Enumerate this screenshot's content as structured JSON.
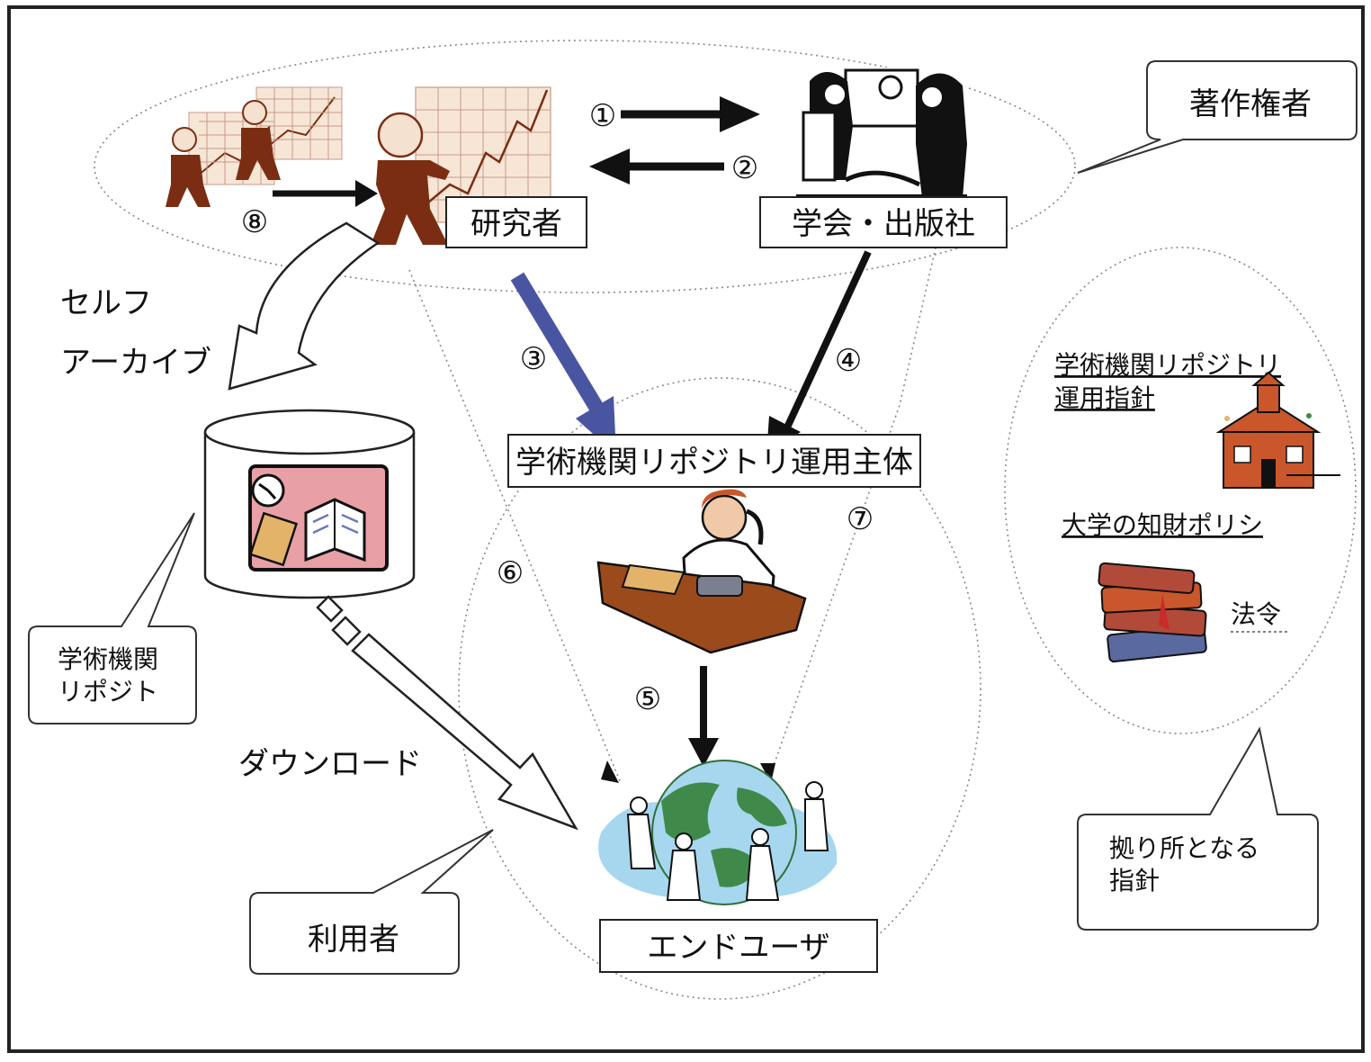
{
  "labels": {
    "copyright_holder": "著作権者",
    "researcher": "研究者",
    "publisher": "学会・出版社",
    "repository_operator": "学術機関リポジトリ運用主体",
    "end_user": "エンドユーザ",
    "self_archive_line1": "セルフ",
    "self_archive_line2": "アーカイブ",
    "download": "ダウンロード",
    "repository_line1": "学術機関",
    "repository_line2": "リポジト",
    "user": "利用者",
    "policy_line1": "学術機関リポジトリ",
    "policy_line2": "運用指針",
    "ip_policy": "大学の知財ポリシ",
    "law": "法令",
    "guideline_line1": "拠り所となる",
    "guideline_line2": "指針"
  },
  "numbers": {
    "n1": "①",
    "n2": "②",
    "n3": "③",
    "n4": "④",
    "n5": "⑤",
    "n6": "⑥",
    "n7": "⑦",
    "n8": "⑧"
  },
  "colors": {
    "black_arrow": "#111111",
    "blue_arrow": "#4a55a2",
    "figure_brown": "#7a2d12",
    "chart_bg": "#f7e6d6",
    "chart_grid": "#c79a8a",
    "repo_icon_bg": "#e8a0a6",
    "desk_brown": "#9b4a1c",
    "globe_ocean": "#a7d7ee",
    "globe_land": "#3f8a4a",
    "schoolhouse_red": "#c9572b",
    "books_red": "#b24a3a",
    "books_blue": "#5a6aa0"
  }
}
